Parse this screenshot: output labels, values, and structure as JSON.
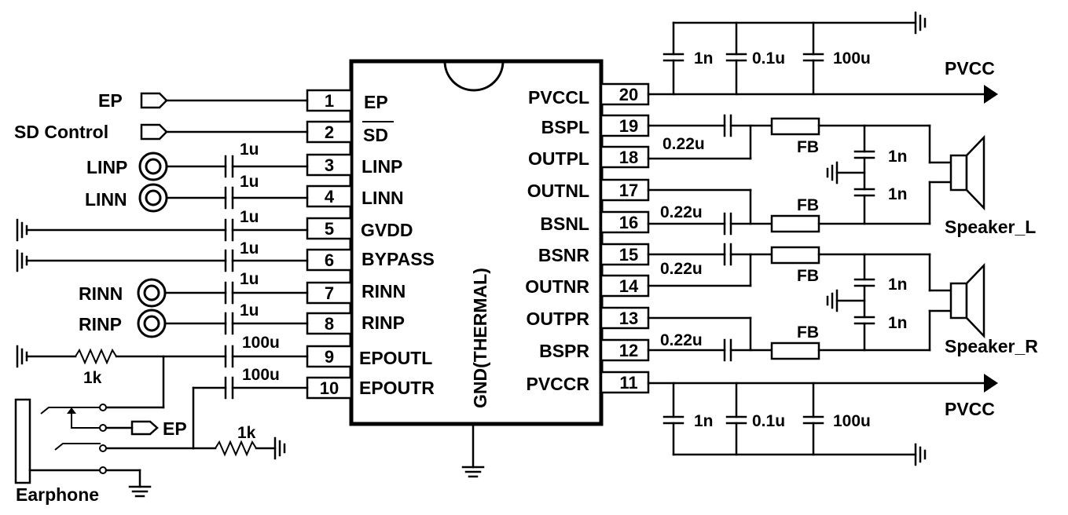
{
  "ic": {
    "left_pins": [
      {
        "num": "1",
        "name": "EP"
      },
      {
        "num": "2",
        "name": "SD"
      },
      {
        "num": "3",
        "name": "LINP"
      },
      {
        "num": "4",
        "name": "LINN"
      },
      {
        "num": "5",
        "name": "GVDD"
      },
      {
        "num": "6",
        "name": "BYPASS"
      },
      {
        "num": "7",
        "name": "RINN"
      },
      {
        "num": "8",
        "name": "RINP"
      },
      {
        "num": "9",
        "name": "EPOUTL"
      },
      {
        "num": "10",
        "name": "EPOUTR"
      }
    ],
    "right_pins": [
      {
        "num": "20",
        "name": "PVCCL"
      },
      {
        "num": "19",
        "name": "BSPL"
      },
      {
        "num": "18",
        "name": "OUTPL"
      },
      {
        "num": "17",
        "name": "OUTNL"
      },
      {
        "num": "16",
        "name": "BSNL"
      },
      {
        "num": "15",
        "name": "BSNR"
      },
      {
        "num": "14",
        "name": "OUTNR"
      },
      {
        "num": "13",
        "name": "OUTPR"
      },
      {
        "num": "12",
        "name": "BSPR"
      },
      {
        "num": "11",
        "name": "PVCCR"
      }
    ],
    "center_label": "GND(THERMAL)"
  },
  "labels": {
    "ep_in": "EP",
    "sd_control": "SD Control",
    "linp": "LINP",
    "linn": "LINN",
    "rinn": "RINN",
    "rinp": "RINP",
    "pvcc_top": "PVCC",
    "pvcc_bottom": "PVCC",
    "speaker_l": "Speaker_L",
    "speaker_r": "Speaker_R",
    "earphone": "Earphone",
    "ep_jack": "EP"
  },
  "components": {
    "c_linp": "1u",
    "c_linn": "1u",
    "c_gvdd": "1u",
    "c_bypass": "1u",
    "c_rinn": "1u",
    "c_rinp": "1u",
    "c_epoutl": "100u",
    "c_epoutr": "100u",
    "r_left": "1k",
    "r_right": "1k",
    "top_c1": "1n",
    "top_c2": "0.1u",
    "top_c3": "100u",
    "bot_c1": "1n",
    "bot_c2": "0.1u",
    "bot_c3": "100u",
    "bs_19": "0.22u",
    "bs_16": "0.22u",
    "bs_15": "0.22u",
    "bs_12": "0.22u",
    "fb_1": "FB",
    "fb_2": "FB",
    "fb_3": "FB",
    "fb_4": "FB",
    "spkL_c1": "1n",
    "spkL_c2": "1n",
    "spkR_c1": "1n",
    "spkR_c2": "1n"
  }
}
